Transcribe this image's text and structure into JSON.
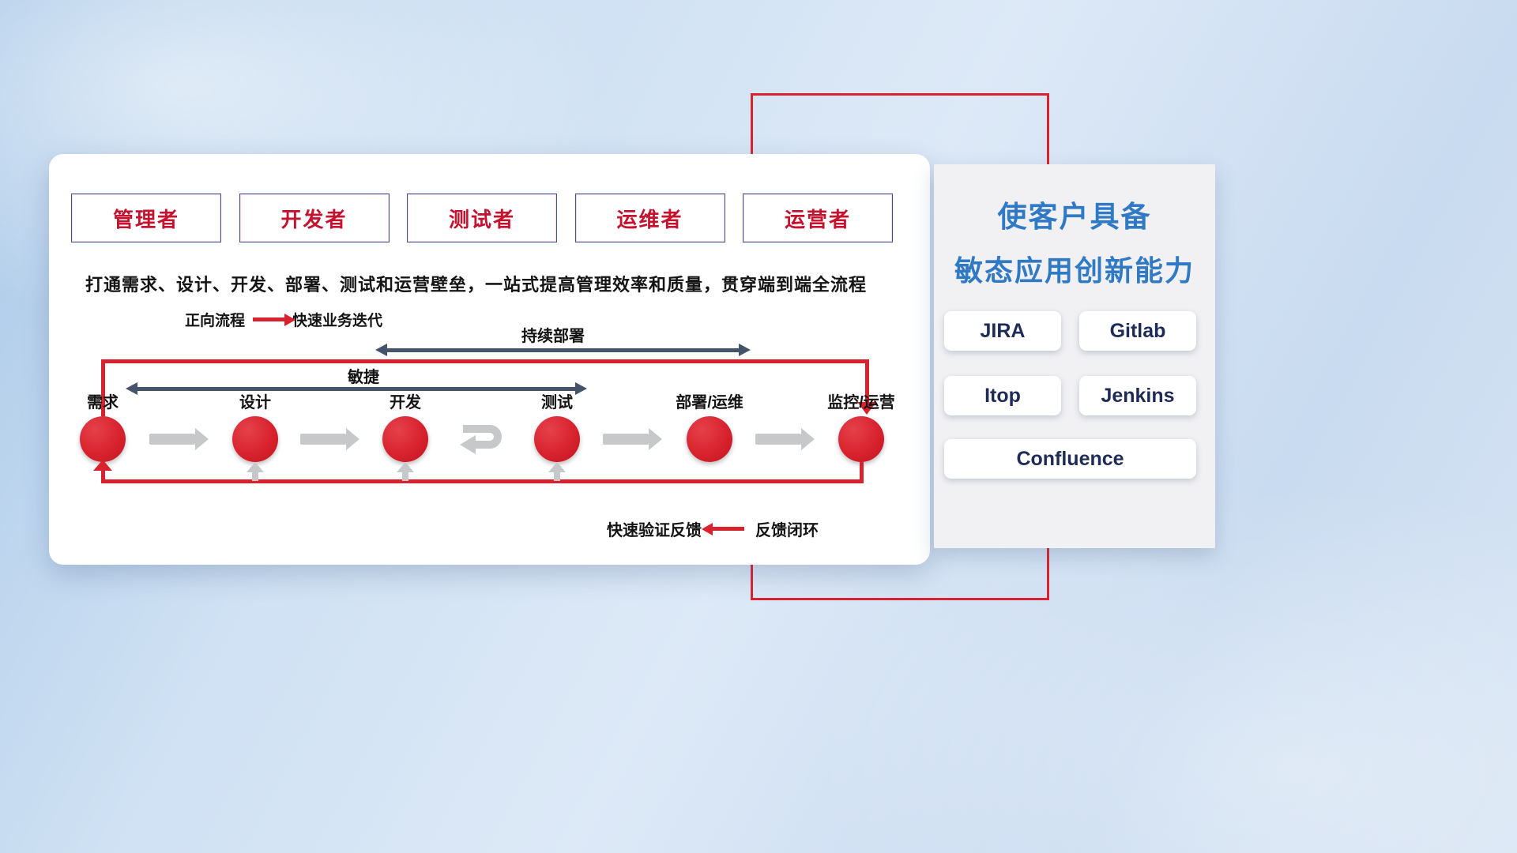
{
  "roles": [
    "管理者",
    "开发者",
    "测试者",
    "运维者",
    "运营者"
  ],
  "subtitle": "打通需求、设计、开发、部署、测试和运营壁垒，一站式提高管理效率和质量，贯穿端到端全流程",
  "legend": {
    "forward_label": "正向流程",
    "forward_desc": "快速业务迭代",
    "feedback_desc": "快速验证反馈",
    "feedback_label": "反馈闭环"
  },
  "flow": {
    "continuous_deploy": "持续部署",
    "agile": "敏捷",
    "nodes": [
      "需求",
      "设计",
      "开发",
      "测试",
      "部署/运维",
      "监控/运营"
    ]
  },
  "panel": {
    "title_line1": "使客户具备",
    "title_line2": "敏态应用创新能力",
    "tools": [
      "JIRA",
      "Gitlab",
      "Itop",
      "Jenkins",
      "Confluence"
    ]
  },
  "colors": {
    "accent_red": "#d8232e",
    "arrow_slate": "#44546a",
    "arrow_gray": "#c6c8ca",
    "title_blue": "#3079c5",
    "tool_text_navy": "#1e2b57",
    "role_text_red": "#c4122f"
  }
}
